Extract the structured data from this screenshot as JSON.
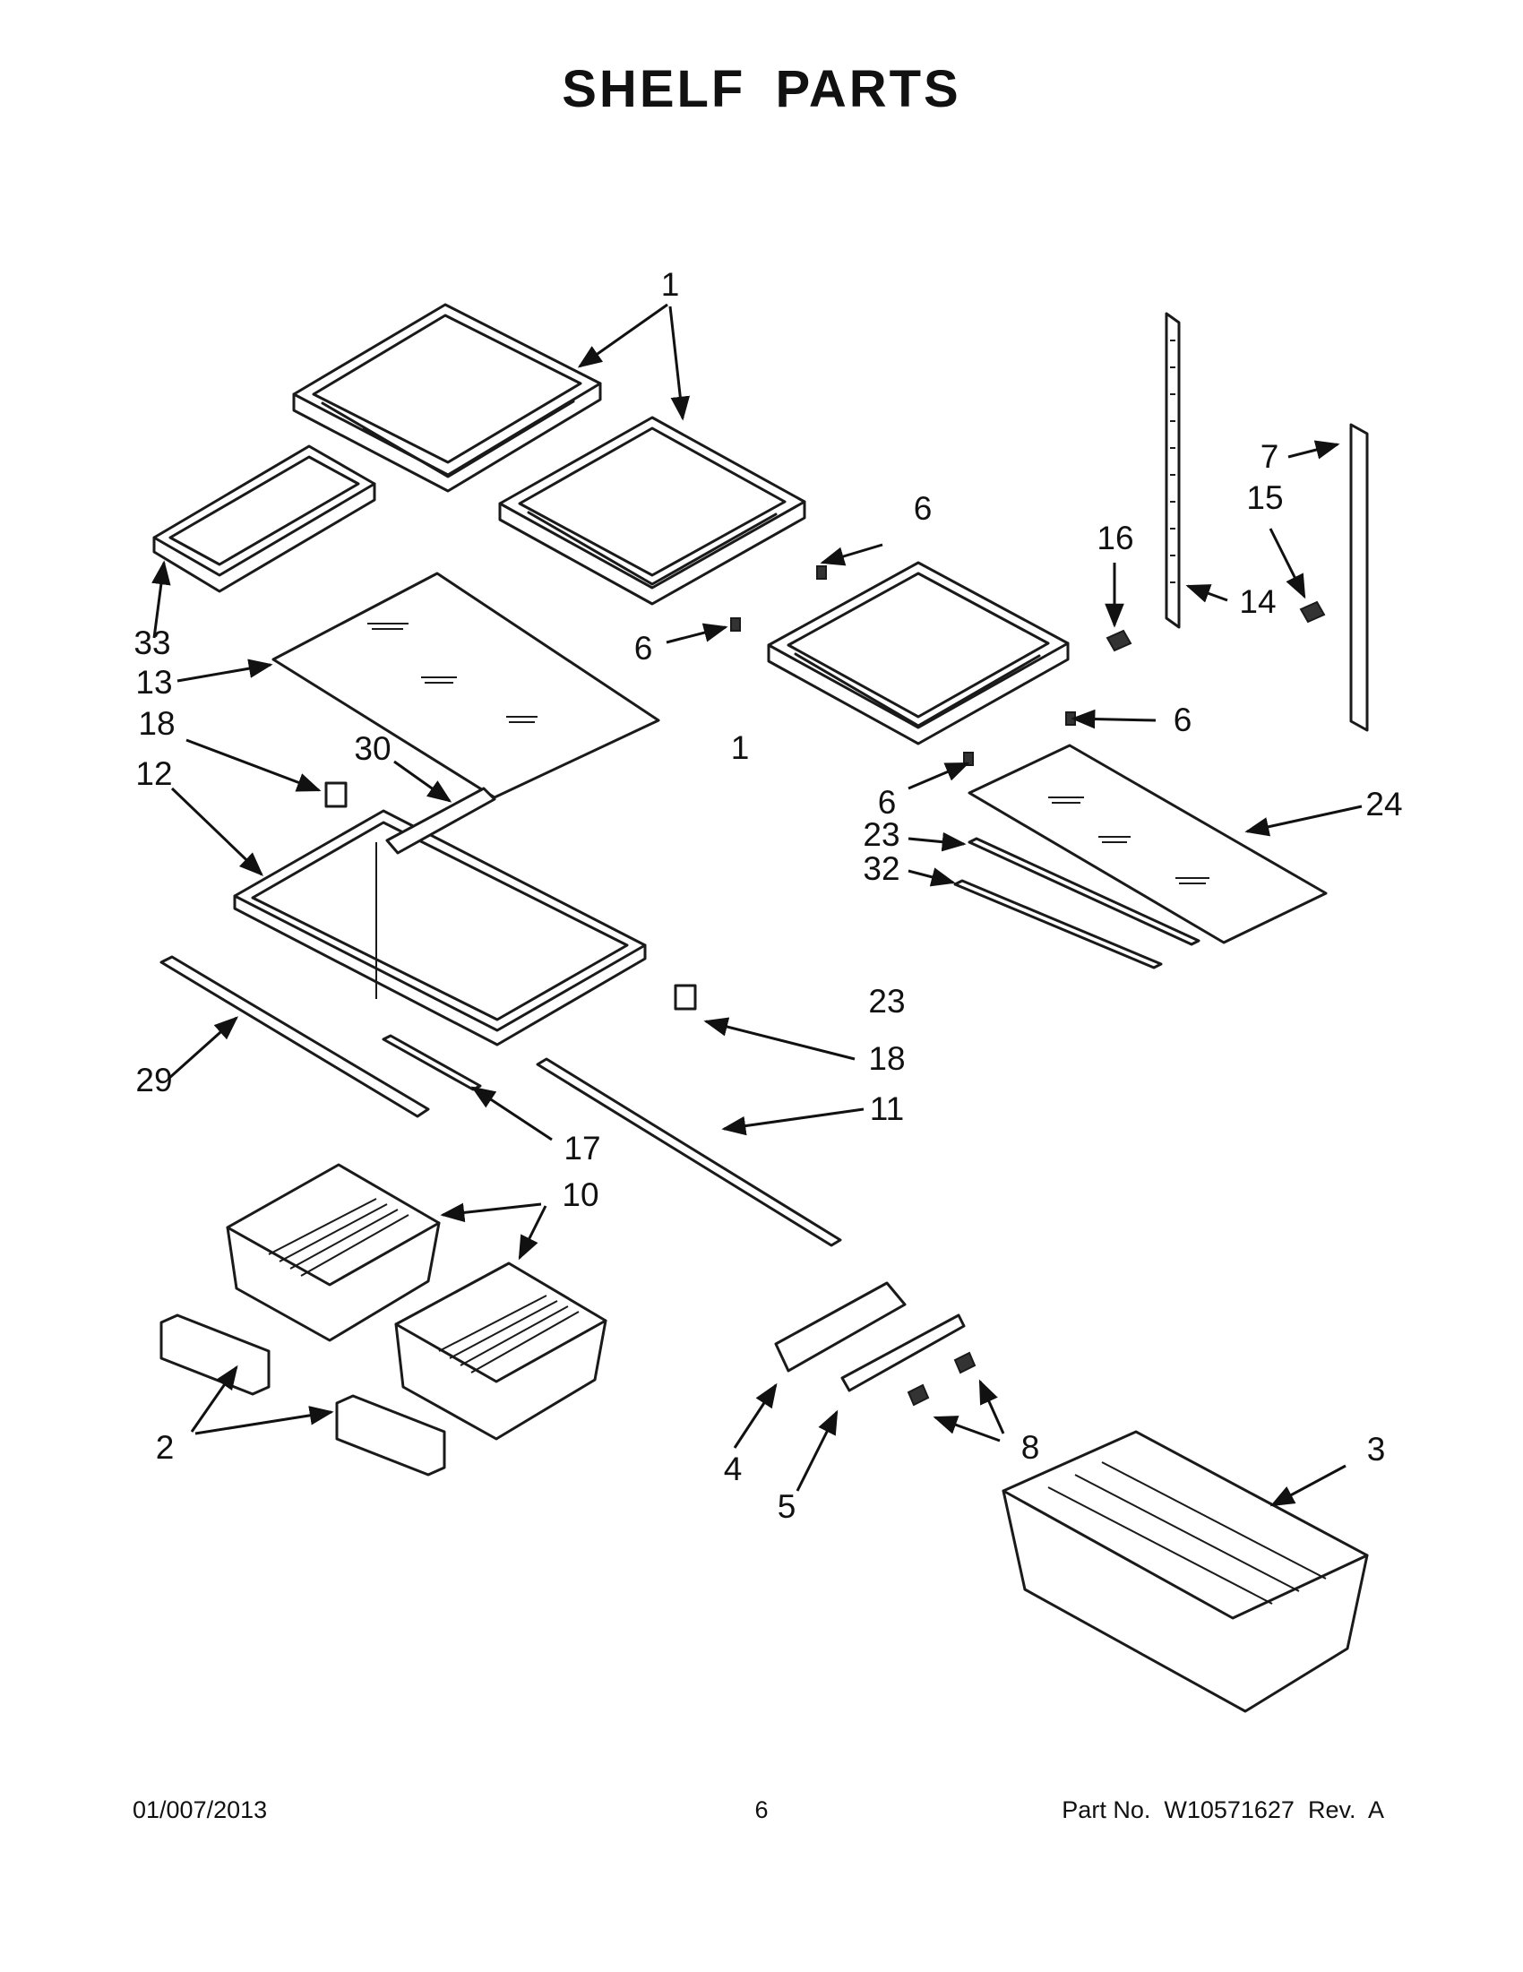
{
  "title": "SHELF PARTS",
  "callouts": {
    "c1a": "1",
    "c1b": "1",
    "c6a": "6",
    "c6b": "6",
    "c6c": "6",
    "c6d": "6",
    "c7": "7",
    "c15": "15",
    "c16": "16",
    "c14": "14",
    "c33": "33",
    "c13": "13",
    "c18a": "18",
    "c30": "30",
    "c12": "12",
    "c24": "24",
    "c23a": "23",
    "c32": "32",
    "c23b": "23",
    "c18b": "18",
    "c29": "29",
    "c11": "11",
    "c17": "17",
    "c10": "10",
    "c2": "2",
    "c4": "4",
    "c5": "5",
    "c8": "8",
    "c3": "3"
  },
  "footer": {
    "date": "01/007/2013",
    "page": "6",
    "part_no": "Part No.  W10571627  Rev.  A"
  }
}
